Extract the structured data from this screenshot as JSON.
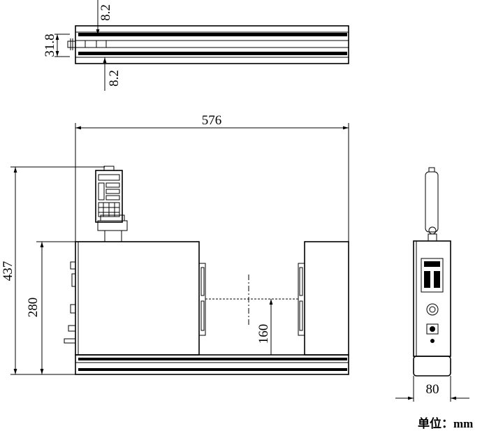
{
  "dimensions": {
    "top_upper_gap": "8.2",
    "top_height": "31.8",
    "top_lower_gap": "8.2",
    "width_total": "576",
    "height_total": "437",
    "height_body": "280",
    "center_height": "160",
    "side_width": "80"
  },
  "unit_label": "单位：mm"
}
